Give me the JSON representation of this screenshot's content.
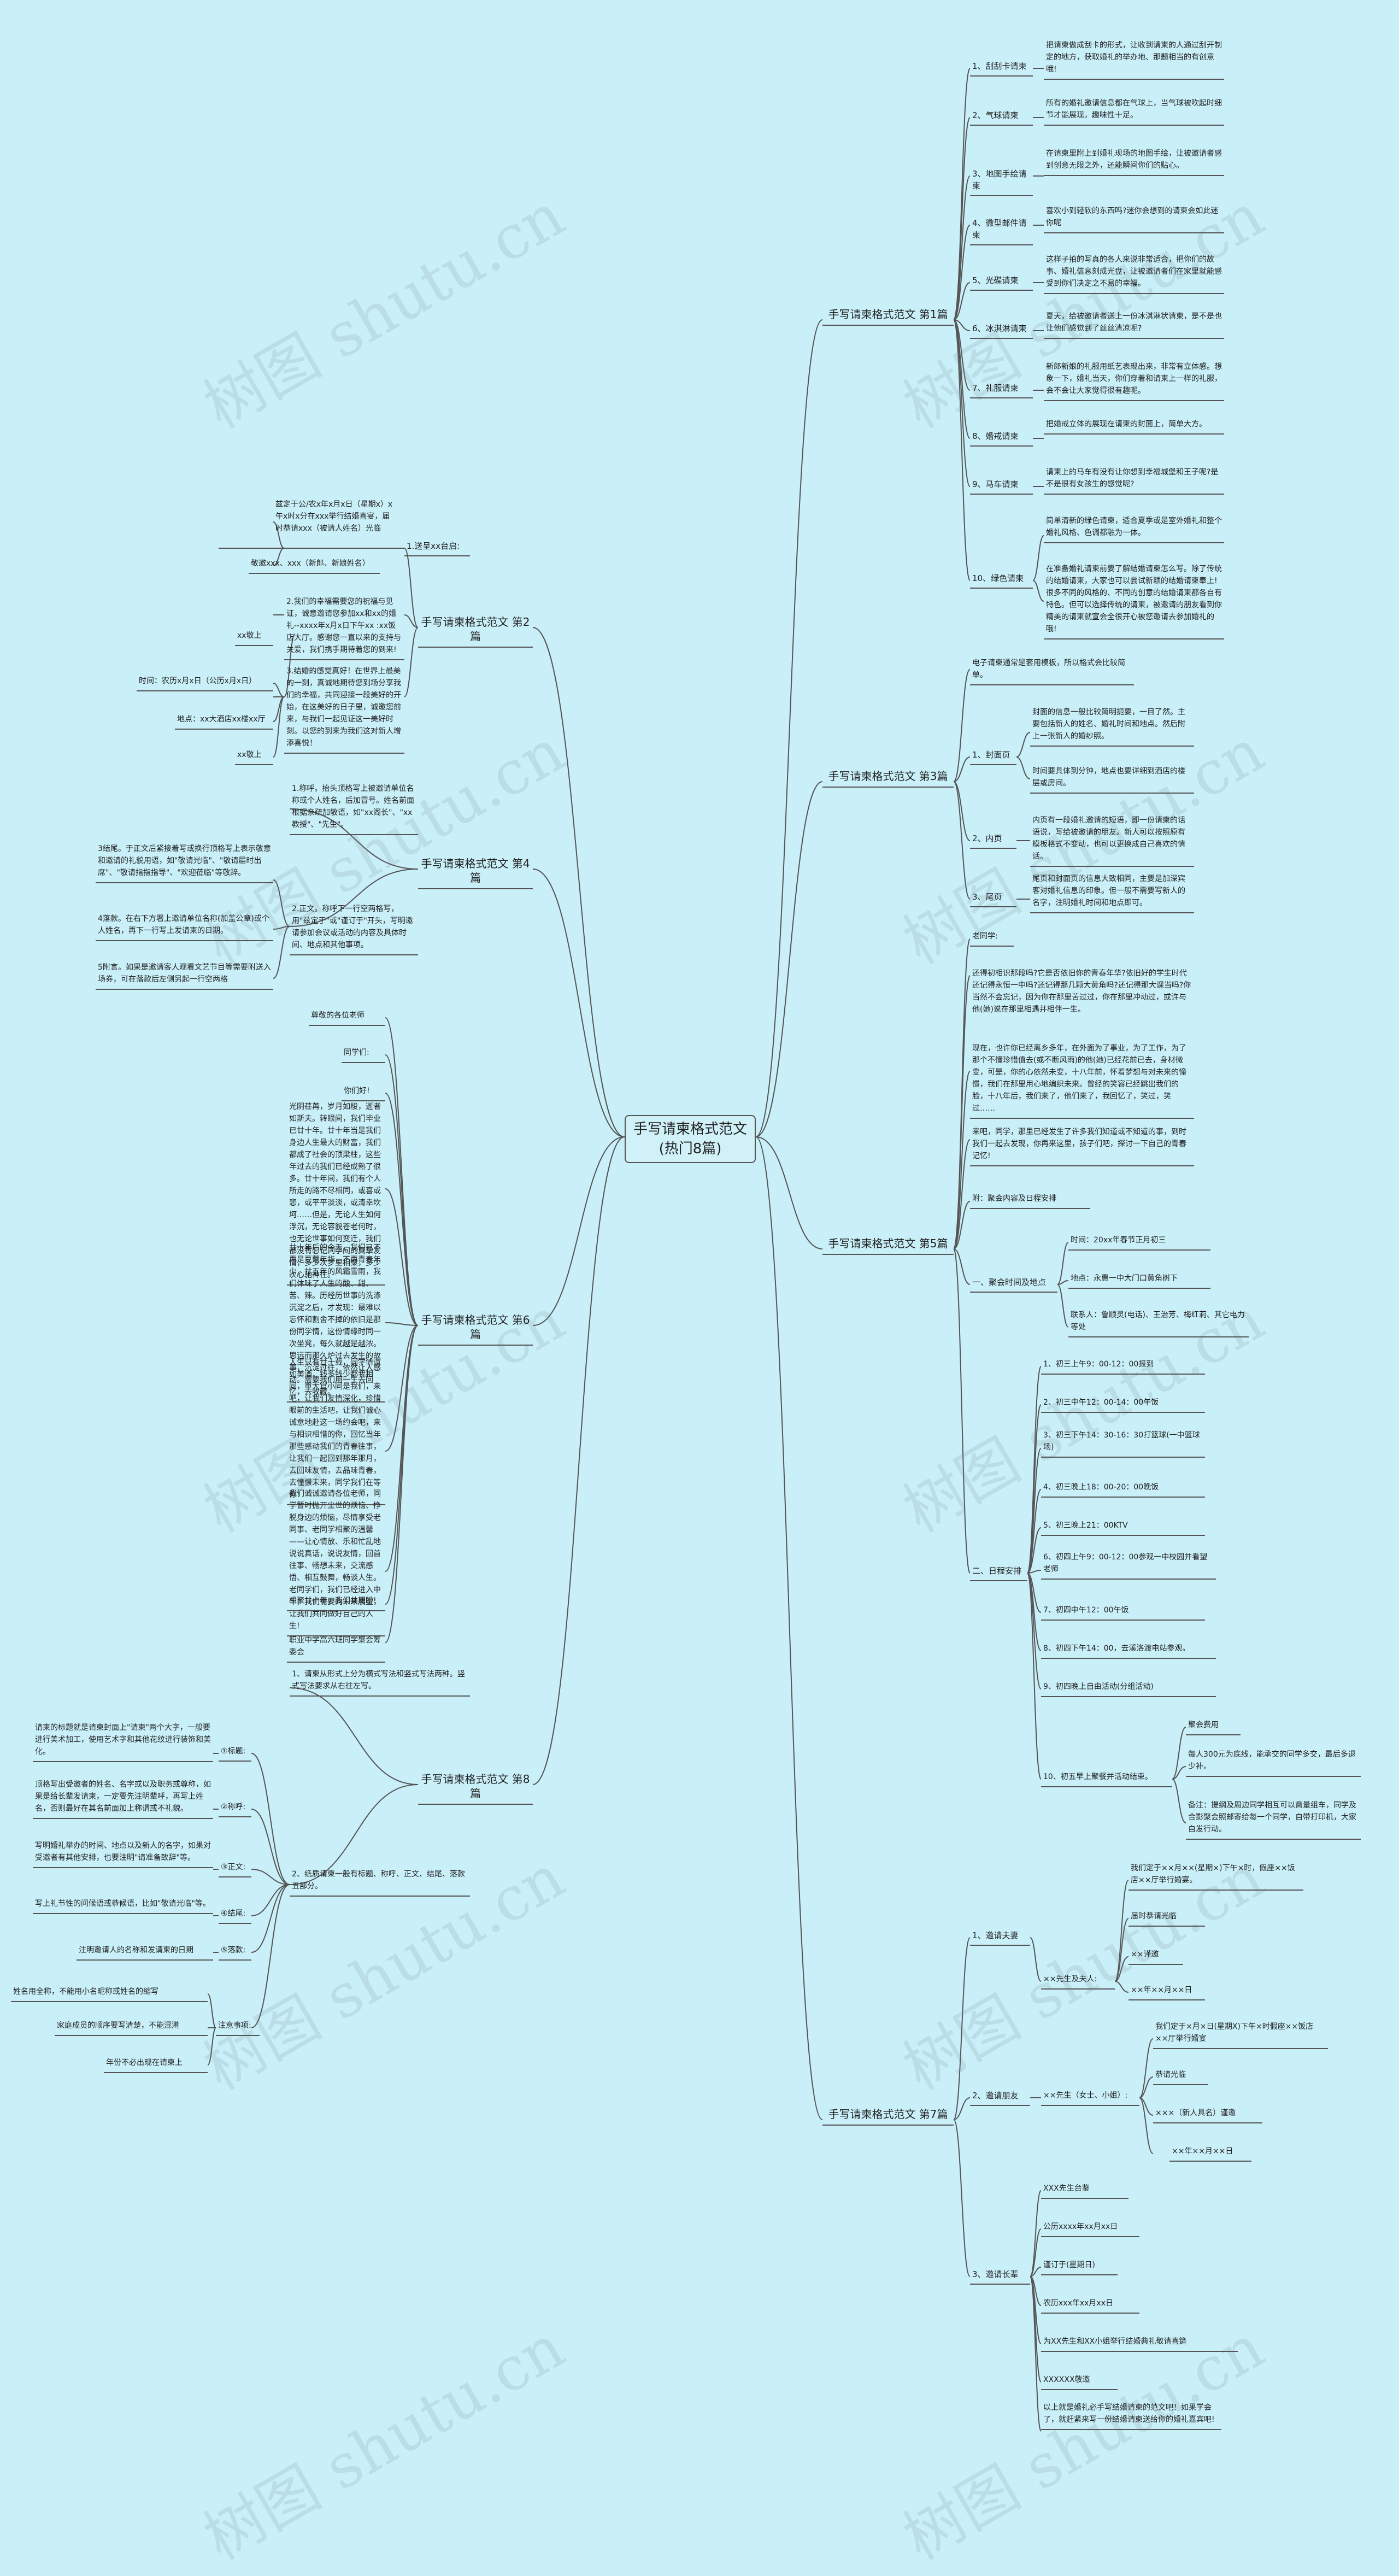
{
  "watermark": "树图 shutu.cn",
  "root": "手写请柬格式范文(热门8篇)",
  "branches": {
    "b1": "手写请柬格式范文 第1篇",
    "b2": "手写请柬格式范文 第2篇",
    "b3": "手写请柬格式范文 第3篇",
    "b4": "手写请柬格式范文 第4篇",
    "b5": "手写请柬格式范文 第5篇",
    "b6": "手写请柬格式范文 第6篇",
    "b7": "手写请柬格式范文 第7篇",
    "b8": "手写请柬格式范文 第8篇"
  },
  "b1": {
    "s1": "1、刮刮卡请柬",
    "l1": "把请柬做成刮卡的形式，让收到请柬的人通过刮开制定的地方，获取婚礼的举办地、那题相当的有创意哦!",
    "s2": "2、气球请柬",
    "l2": "所有的婚礼邀请信息都在气球上，当气球被吹起时细节才能展现，趣味性十足。",
    "s3": "3、地图手绘请柬",
    "l3": "在请柬里附上到婚礼现场的地图手绘，让被邀请者感到创意无限之外，还能瞬间你们的贴心。",
    "s4": "4、微型邮件请柬",
    "l4": "喜欢小到轻软的东西吗?迷你会想到的请柬会如此迷你呢",
    "s5": "5、光碟请柬",
    "l5": "这样子拍的写真的各人来说非常适合，把你们的故事、婚礼信息刻成光盘，让被邀请者们在家里就能感受到你们决定之不易的幸福。",
    "s6": "6、冰淇淋请柬",
    "l6": "夏天，给被邀请者送上一份冰淇淋状请柬，是不是也让他们感觉到了丝丝清凉呢?",
    "s7": "7、礼服请柬",
    "l7": "新郎新娘的礼服用纸艺表现出来，非常有立体感。想象一下，婚礼当天，你们穿着和请柬上一样的礼服，会不会让大家觉得很有趣呢。",
    "s8": "8、婚戒请柬",
    "l8": "把婚戒立体的展现在请柬的封面上，简单大方。",
    "s9": "9、马车请柬",
    "l9": "请柬上的马车有没有让你想到幸福城堡和王子呢?是不是很有女孩生的感觉呢?",
    "s10": "10、绿色请柬",
    "l10a": "简单清新的绿色请柬，适合夏季或是室外婚礼和整个婚礼风格、色调都融为一体。",
    "l10b": "在准备婚礼请柬前要了解结婚请柬怎么写。除了传统的结婚请柬，大家也可以尝试新颖的结婚请柬奉上!很多不同的风格的、不同的创意的结婚请柬都各自有特色。但可以选择传统的请柬，被邀请的朋友看到你精美的请柬就宣会全很开心被您邀请去参加婚礼的哦!"
  },
  "b2": {
    "l_top": "兹定于公/农x年x月x日（星期x）x午x时x分在xxx举行结婚喜宴，届时恭请xxx（被请人姓名）光临",
    "s1": "1.送呈xx台启:",
    "s1b": "敬邀xxx、xxx（新郎、新娘姓名）",
    "s2": "2.我们的幸福需要您的祝福与见证，诚意邀请您参加xx和xx的婚礼--xxxx年x月x日下午xx :xx饭店大厅。感谢您一直以来的支持与关爱，我们携手期待着您的到来!",
    "s2a": "xx敬上",
    "s3": "3.结婚的感觉真好！在世界上最美的一刻，真诚地期待您到场分享我们的幸福，共同迎接一段美好的开始，在这美好的日子里，诚邀您前来，与我们一起见证这一美好时刻。以您的到来为我们这对新人增添喜悦！",
    "s3a": "时间：农历x月x日（公历x月x日）",
    "s3b": "地点：xx大酒店xx楼xx厅",
    "s3c": "xx敬上"
  },
  "b3": {
    "intro": "电子请柬通常是套用模板，所以格式会比较简单。",
    "s1": "1、封面页",
    "s1a": "封面的信息一般比较简明扼要，一目了然。主要包括新人的姓名、婚礼时间和地点。然后附上一张新人的婚纱照。",
    "s1b": "时间要具体到分钟，地点也要详细到酒店的楼层或房间。",
    "s2": "2、内页",
    "s2a": "内页有一段婚礼邀请的短语，即一份请柬的话语说，写给被邀请的朋友。新人可以按照原有模板格式不变动，也可以更换成自己喜欢的情话。",
    "s3": "3、尾页",
    "s3a": "尾页和封面页的信息大致相同，主要是加深宾客对婚礼信息的印象。但一般不需要写新人的名字，注明婚礼时间和地点即可。"
  },
  "b4": {
    "s1": "1.称呼。抬头顶格写上被邀请单位名称或个人姓名，后加冒号。姓名前面根据亲疏加敬语，如\"xx阁长\"、\"xx教授\"、\"先生\"。",
    "s2": "2.正文。称呼下一行空两格写，用\"兹定于\"或\"谨订于\"开头，写明邀请参加会议或活动的内容及具体时间、地点和其他事项。",
    "l1": "3结尾。于正文后紧接着写或换行顶格写上表示敬意和邀请的礼貌用语，如\"敬请光临\"、\"敬请届时出席\"、\"敬请指指指导\"、\"欢迎莅临\"等敬辞。",
    "l2": "4落款。在右下方署上邀请单位名称(加盖公章)或个人姓名，再下一行写上发请柬的日期。",
    "l3": "5附言。如果是邀请客人观看文艺节目等需要附送入场券，可在落款后左侧另起一行空两格"
  },
  "b5": {
    "intro": "老同学:",
    "p1": "还得初相识那段吗?它是否依旧你的青春年华?依旧好的学生时代还记得永恒一中吗?还记得那几颗大黄角吗?还记得那大课当吗?你当然不会忘记，因为你在那里苦过过，你在那里冲动过，或许与他(她)说在那里相遇并相伴一生。",
    "p2": "现在，也许你已经离乡多年，在外面为了事业，为了工作，为了那个不懂珍惜值去(或不断风雨)的他(她)已经花前已去，身材微变，可是，你的心依然未变，十八年前，怀着梦想与对未来的憧憬，我们在那里用心地编织未来。曾经的笑容已经跳出我们的脸，十八年后，我们来了，他们来了，我回忆了，笑过，笑过……",
    "p3": "来吧，同学，那里已经发生了许多我们知道或不知道的事，到时我们一起去发现，你再来这里，孩子们吧，探讨一下自己的青春记忆!",
    "sn": "附：聚会内容及日程安排",
    "s1": "一、聚会时间及地点",
    "s1a": "时间：20xx年春节正月初三",
    "s1b": "地点：永惠一中大门口黄角树下",
    "s1c": "联系人：鲁顺灵(电话)、王治芳、梅红莉、其它电力等处",
    "s2": "二、日程安排",
    "t1": "1、初三上午9：00-12：00报到",
    "t2": "2、初三中午12：00-14：00午饭",
    "t3": "3、初三下午14：30-16：30打篮球(一中篮球场)",
    "t4": "4、初三晚上18：00-20：00晚饭",
    "t5": "5、初三晚上21：00KTV",
    "t6": "6、初四上午9：00-12：00参观一中校园并看望老师",
    "t7": "7、初四中午12：00午饭",
    "t8": "8、初四下午14：00，去溪洛渡电站参观。",
    "t9": "9、初四晚上自由活动(分组活动)",
    "t10": "10、初五早上聚餐并活动结束。",
    "t10a": "聚会费用",
    "t10b": "每人300元为底线，能承交的同学多交，最后多退少补。",
    "t10c": "备注：提纲及周边同学相互可以商量组车，同学及合影聚会照邮寄给每一个同学，自带打印机，大家自发行动。"
  },
  "b6": {
    "a1": "尊敬的各位老师",
    "a2": "同学们:",
    "a3": "你们好!",
    "p1": "光阴荏苒，岁月如梭，逝者如斯夫。转眼间，我们毕业已廿十年。廿十年当是我们身边人生最大的财富，我们都成了社会的顶梁柱，这些年过去的我们已经成熟了很多。廿十年间，我们有个人所走的路不尽相同，或喜或悲，或平平淡淡，或清幸坎坷……但是，无论人生如何浮沉，无论容貌苍老何时，也无论世事如何变迁，我们都没有忘记同学间的真挚友情，多少次梦里相聚，多少次心驰神往。",
    "p2": "廿十年后的今天，我们已不再是豆蔻年华，不再青春年少，廿五年的风霜雪雨，我们体味了人生的酸、甜、苦、辣。历经历世事的洗涤沉淀之后，才发现：最难以忘怀和割舍不掉的依旧是那份同学情，这份情缘时同一次坐凳，每久就越是越浓。思远而那久炉过去发生的故事，沉淀过往，依然让人感动。需要我们用一生去回忆，去收藏。",
    "p3": "人生只有廿十载，同学情谊如美酒，钱多钱少都我相同，重大官小同是我们，来吧，让我们友情深化，珍惜眼前的生活吧，让我们诚心诚意地赴这一场约会吧，来与相识相惜的你，回忆当年那些感动我们的青春往事，让我们一起回到那年那月，去回味友情，去品味青春，去憧憬未来，同学我们在等你!",
    "p4": "我们诚诚邀请各位老师，同学暂时抛开尘世的烦恼、挣脱身边的烦恼，尽情享受老同事、老同学相聚的温馨——让心情放、乐和忙乱地说说真话，说说友情，回首往事、畅想未来，交流感悟、相互鼓舞，畅谈人生。老同学们，我们已经进入中年，我们需要向未来展望，让我们共同做好自己的人生!",
    "a4": "相聚廿十年，我们共期盼!",
    "a5": "职业中学高六班同学聚会筹委会"
  },
  "b7": {
    "s1": "1、邀请夫妻",
    "s1a": "××先生及夫人:",
    "s1a1": "我们定于××月××(星期×)下午×时，假座××饭店××厅举行婚宴。",
    "s1a2": "届时恭请光临",
    "s1a3": "××谨邀",
    "s1a4": "××年××月××日",
    "s2": "2、邀请朋友",
    "s2a": "××先生（女士、小姐）:",
    "s2a1": "我们定于×月×日(星期X)下午×时假座××饭店××厅举行婚宴",
    "s2a2": "恭请光临",
    "s2a3": "×××（新人具名）谨邀",
    "s2a4": "××年××月××日",
    "s3": "3、邀请长辈",
    "s3a": "XXX先生台鉴",
    "s3b": "公历xxxx年xx月xx日",
    "s3c": "谨订于(星期日)",
    "s3d": "农历xxx年xx月xx日",
    "s3e": "为XX先生和XX小姐举行结婚典礼敬请喜筵",
    "s3f": "XXXXXX敬邀",
    "s3g": "以上就是婚礼必手写结婚请柬的范文吧！如果学会了，就赶紧来写一份结婚请柬送给你的婚礼嘉宾吧!"
  },
  "b8": {
    "s1": "1、请柬从形式上分为横式写法和竖式写法两种。竖式写法要求从右往左写。",
    "s2": "2、纸质请柬一般有标题、称呼、正文、结尾、落款五部分。",
    "n1": "①标题:",
    "n1a": "请柬的标题就是请柬封面上\"请柬\"两个大字，一般要进行美术加工，使用艺术字和其他花纹进行装饰和美化。",
    "n2": "②称呼:",
    "n2a": "顶格写出受邀者的姓名、名字或以及职务或尊称，如果是给长辈发请柬，一定要先注明辈呼，再写上姓名，否则最好在其名前面加上称谓或不礼貌。",
    "n3": "③正文:",
    "n3a": "写明婚礼举办的时间、地点以及新人的名字，如果对受邀者有其他安排，也要注明\"请准备致辞\"等。",
    "n4": "④结尾:",
    "n4a": "写上礼节性的问候语或恭候语，比如\"敬请光临\"等。",
    "n5": "⑤落款:",
    "n5a": "注明邀请人的名称和发请柬的日期",
    "n6": "注意事项:",
    "n6a": "姓名用全称，不能用小名昵称或姓名的缩写",
    "n6b": "家庭成员的顺序要写清楚，不能混淆",
    "n6c": "年份不必出现在请柬上"
  }
}
